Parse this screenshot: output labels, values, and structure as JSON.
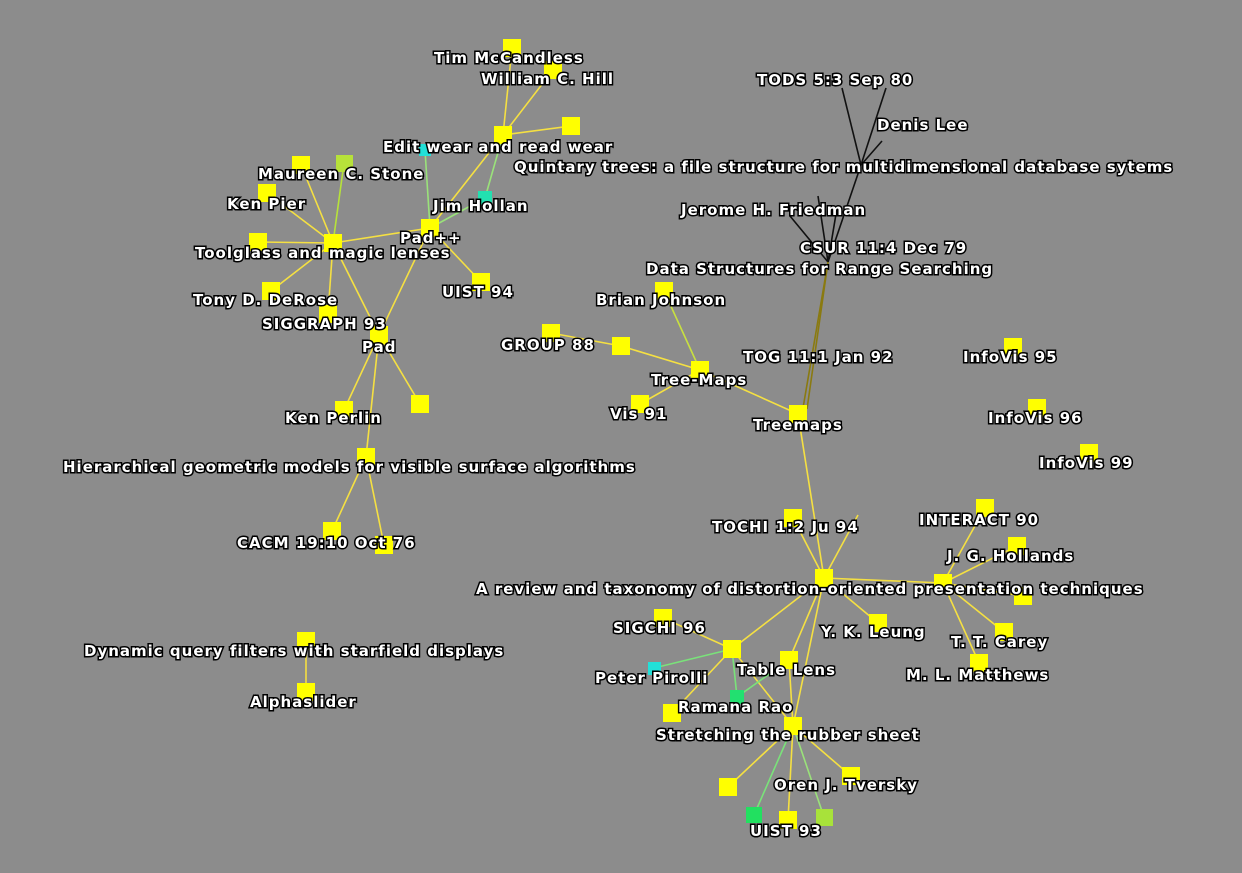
{
  "colors": {
    "background": "#8c8c8c",
    "node_default": "#ffff00",
    "edge_default": "#f5e042",
    "label_fill": "#ffffff",
    "label_outline": "#000000"
  },
  "labels": {
    "tim_mccandless": "Tim McCandless",
    "william_hill": "William C. Hill",
    "edit_wear": "Edit wear and read wear",
    "maureen_stone": "Maureen C. Stone",
    "jim_hollan": "Jim Hollan",
    "ken_pier": "Ken Pier",
    "padpp": "Pad++",
    "toolglass": "Toolglass and magic lenses",
    "uist94": "UIST 94",
    "tony_derose": "Tony D. DeRose",
    "siggraph93": "SIGGRAPH 93",
    "pad": "Pad",
    "ken_perlin": "Ken Perlin",
    "hier_models": "Hierarchical geometric models for visible surface algorithms",
    "cacm": "CACM 19:10 Oct 76",
    "dyn_query": "Dynamic query filters with starfield displays",
    "alphaslider": "Alphaslider",
    "tods": "TODS 5:3 Sep 80",
    "denis_lee": "Denis Lee",
    "quintary": "Quintary trees: a file structure for multidimensional database sytems",
    "jerome": "Jerome H. Friedman",
    "csur": "CSUR 11:4 Dec 79",
    "data_struct": "Data Structures for Range Searching",
    "brian_johnson": "Brian Johnson",
    "group88": "GROUP 88",
    "tog": "TOG 11:1 Jan 92",
    "tree_maps": "Tree-Maps",
    "vis91": "Vis 91",
    "treemaps": "Treemaps",
    "infovis95": "InfoVis 95",
    "infovis96": "InfoVis 96",
    "infovis99": "InfoVis 99",
    "tochi": "TOCHI 1:2 Ju 94",
    "interact90": "INTERACT 90",
    "hollands": "J. G. Hollands",
    "review": "A review and taxonomy of distortion-oriented presentation techniques",
    "sigchi96": "SIGCHI 96",
    "leung": "Y. K. Leung",
    "carey": "T. T. Carey",
    "table_lens": "Table Lens",
    "pirolli": "Peter Pirolli",
    "matthews": "M. L. Matthews",
    "ramana": "Ramana Rao",
    "stretching": "Stretching the rubber sheet",
    "oren": "Oren J. Tversky",
    "uist93": "UIST 93"
  }
}
